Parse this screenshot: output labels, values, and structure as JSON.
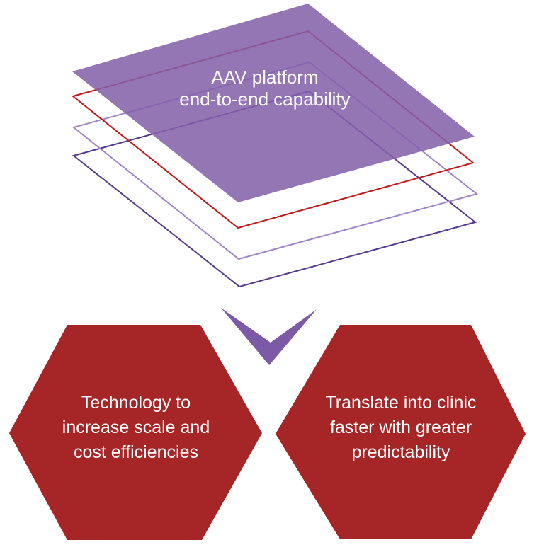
{
  "diagram": {
    "background": "#ffffff",
    "platform": {
      "label": "AAV platform\nend-to-end capability",
      "fill": "#835fa9",
      "text_color": "#ffffff"
    },
    "layers": {
      "outlines": [
        {
          "name": "red-layer",
          "color": "#c01818"
        },
        {
          "name": "light-purple-layer",
          "color": "#9d85c9"
        },
        {
          "name": "dark-purple-layer",
          "color": "#533a8e"
        }
      ]
    },
    "arrow": {
      "name": "downward-chevron",
      "color": "#7d5aa8"
    },
    "hexagons": {
      "fill": "#a62526",
      "text_color": "#ffffff",
      "items": [
        {
          "label": "Technology to\nincrease scale and\ncost efficiencies"
        },
        {
          "label": "Translate into clinic\nfaster with greater\npredictability"
        }
      ]
    }
  }
}
